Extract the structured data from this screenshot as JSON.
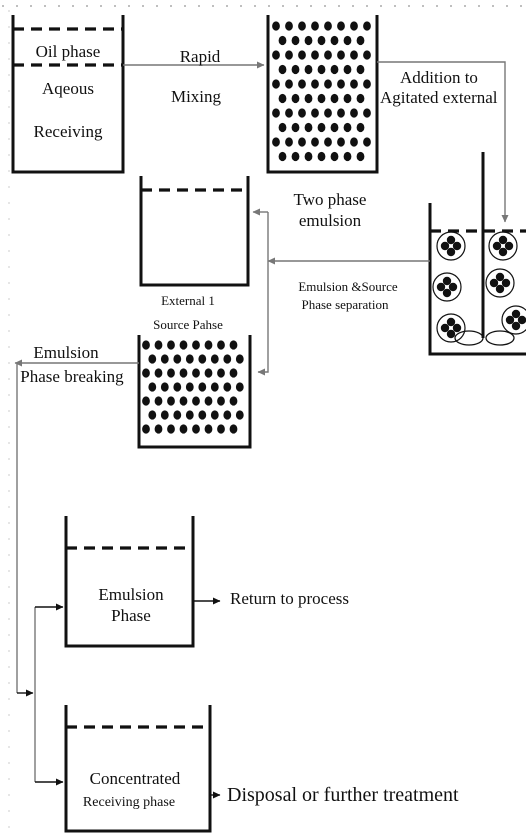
{
  "labels": {
    "oil_phase": "Oil phase",
    "aqueous": "Aqeous",
    "receiving": "Receiving",
    "rapid": "Rapid",
    "mixing": "Mixing",
    "addition_to": "Addition to",
    "agitated_external": "Agitated external",
    "two_phase": "Two phase",
    "emulsion_word": "emulsion",
    "external_1": "External 1",
    "source_phase": "Source Pahse",
    "emulsion_source": "Emulsion &Source",
    "phase_separation": "Phase separation",
    "emulsion_break_1": "Emulsion",
    "emulsion_break_2": "Phase breaking",
    "emulsion_phase_1": "Emulsion",
    "emulsion_phase_2": "Phase",
    "return_to_process": "Return to process",
    "concentrated": "Concentrated",
    "receiving_phase": "Receiving phase",
    "disposal": "Disposal or further treatment"
  }
}
